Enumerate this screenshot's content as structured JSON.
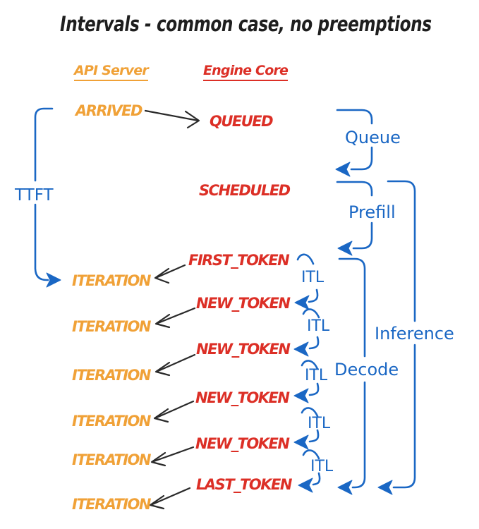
{
  "title": "Intervals - common case, no preemptions",
  "columns": {
    "api_server": "API Server",
    "engine_core": "Engine Core"
  },
  "api_events": {
    "arrived": "ARRIVED",
    "iterations": [
      "ITERATION",
      "ITERATION",
      "ITERATION",
      "ITERATION",
      "ITERATION",
      "ITERATION"
    ]
  },
  "engine_events": {
    "queued": "QUEUED",
    "scheduled": "SCHEDULED",
    "first_token": "FIRST_TOKEN",
    "new_tokens": [
      "NEW_TOKEN",
      "NEW_TOKEN",
      "NEW_TOKEN",
      "NEW_TOKEN"
    ],
    "last_token": "LAST_TOKEN"
  },
  "intervals": {
    "ttft": "TTFT",
    "queue": "Queue",
    "prefill": "Prefill",
    "decode": "Decode",
    "inference": "Inference",
    "itl": [
      "ITL",
      "ITL",
      "ITL",
      "ITL",
      "ITL"
    ]
  },
  "colors": {
    "api_server_orange": "#F0A137",
    "engine_core_red": "#DC2F26",
    "interval_blue": "#1A67C4",
    "connector_black": "#2A2A2A",
    "background": "#FFFFFF",
    "title_text": "#1E1E1E"
  }
}
